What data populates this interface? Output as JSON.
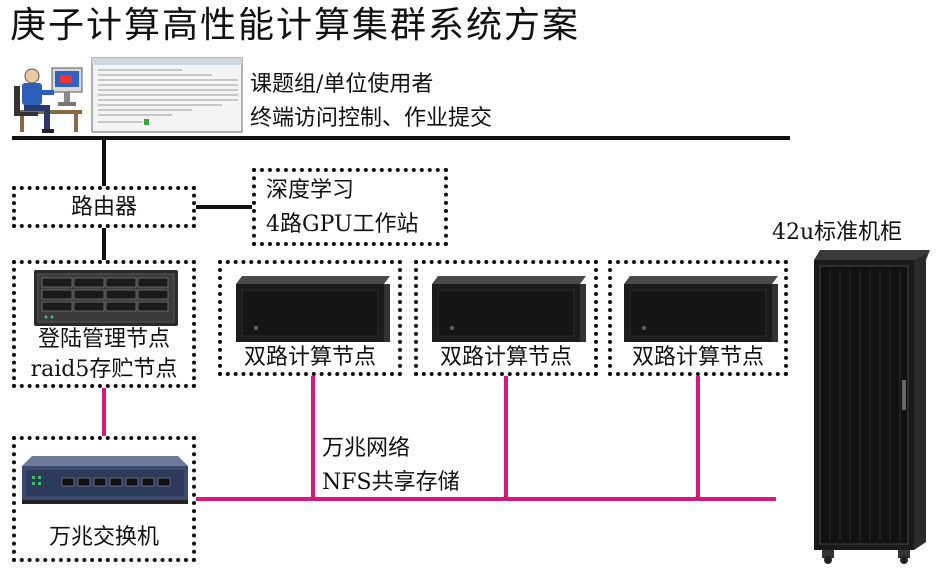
{
  "title": "庚子计算高性能计算集群系统方案",
  "users": {
    "line1": "课题组/单位使用者",
    "line2": "终端访问控制、作业提交"
  },
  "router": {
    "label": "路由器"
  },
  "gpu_station": {
    "line1": "深度学习",
    "line2": "4路GPU工作站"
  },
  "rack": {
    "label": "42u标准机柜"
  },
  "login_node": {
    "line1": "登陆管理节点",
    "line2": "raid5存贮节点"
  },
  "compute_nodes": [
    {
      "label": "双路计算节点"
    },
    {
      "label": "双路计算节点"
    },
    {
      "label": "双路计算节点"
    }
  ],
  "network": {
    "line1": "万兆网络",
    "line2": "NFS共享存储"
  },
  "switch": {
    "label": "万兆交换机"
  },
  "colors": {
    "ethernet": "#111111",
    "storage_network": "#d6177d"
  }
}
